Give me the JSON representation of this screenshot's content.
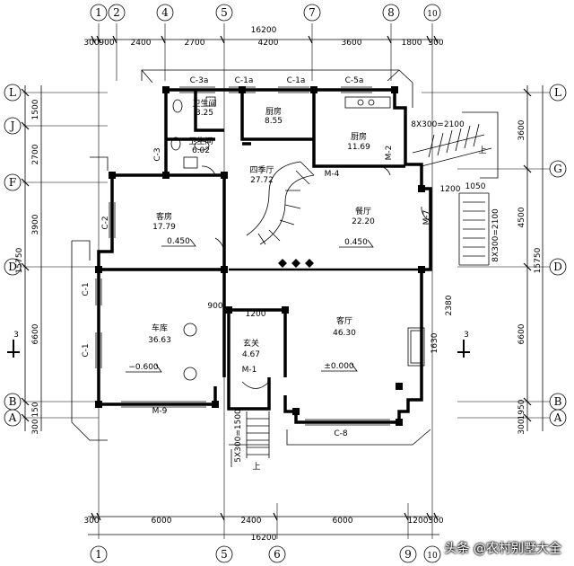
{
  "dims": {
    "top_total": "16200",
    "bottom_total": "16200",
    "top_segments": [
      "300",
      "900",
      "2400",
      "2700",
      "4200",
      "3600",
      "1800",
      "300"
    ],
    "bottom_segments": [
      "300",
      "6000",
      "2400",
      "6000",
      "1200",
      "300"
    ],
    "left_segments": [
      "1500",
      "2700",
      "3900",
      "6600",
      "150",
      "300"
    ],
    "left_total": "15750",
    "right_segments": [
      "3600",
      "4500",
      "6600",
      "1950",
      "300"
    ],
    "right_total": "15750",
    "stairs_upper": "8X300=2100",
    "stairs_right": "8X300=2100",
    "stairs_entry": "5X300=1500",
    "misc": [
      "1050",
      "1200",
      "2380",
      "1630",
      "1200",
      "900"
    ]
  },
  "axes_top": [
    "1",
    "2",
    "4",
    "5",
    "7",
    "8",
    "10"
  ],
  "axes_bottom": [
    "1",
    "5",
    "6",
    "9",
    "10"
  ],
  "axes_left": [
    "L",
    "J",
    "F",
    "D",
    "B",
    "A"
  ],
  "axes_right": [
    "L",
    "G",
    "D",
    "B",
    "A"
  ],
  "rooms": {
    "bath1": {
      "name": "卫生间",
      "area": "3.25"
    },
    "bath2": {
      "name": "卫生间",
      "area": "6.02"
    },
    "kitchen": {
      "name": "厨房",
      "area": "8.55"
    },
    "cook": {
      "name": "厨房",
      "area": "11.69"
    },
    "hall": {
      "name": "四季厅",
      "area": "27.72"
    },
    "dining": {
      "name": "餐厅",
      "area": "22.20",
      "level": "0.450"
    },
    "guest": {
      "name": "客房",
      "area": "17.79",
      "level": "0.450"
    },
    "garage": {
      "name": "车库",
      "area": "36.63",
      "level": "−0.600"
    },
    "living": {
      "name": "客厅",
      "area": "46.30",
      "level": "±0.000"
    },
    "foyer": {
      "name": "玄关",
      "area": "4.67"
    }
  },
  "labels": {
    "c3a": "C-3a",
    "c1a": "C-1a",
    "c1a2": "C-1a",
    "c5a": "C-5a",
    "c3": "C-3",
    "c2": "C-2",
    "c1": "C-1",
    "c1b": "C-1",
    "c8": "C-8",
    "m9": "M-9",
    "m1": "M-1",
    "m4": "M-4",
    "m7": "M-7",
    "m2": "M-2",
    "up": "上",
    "sec": "3"
  },
  "watermark": "头条 @农村别墅大全"
}
